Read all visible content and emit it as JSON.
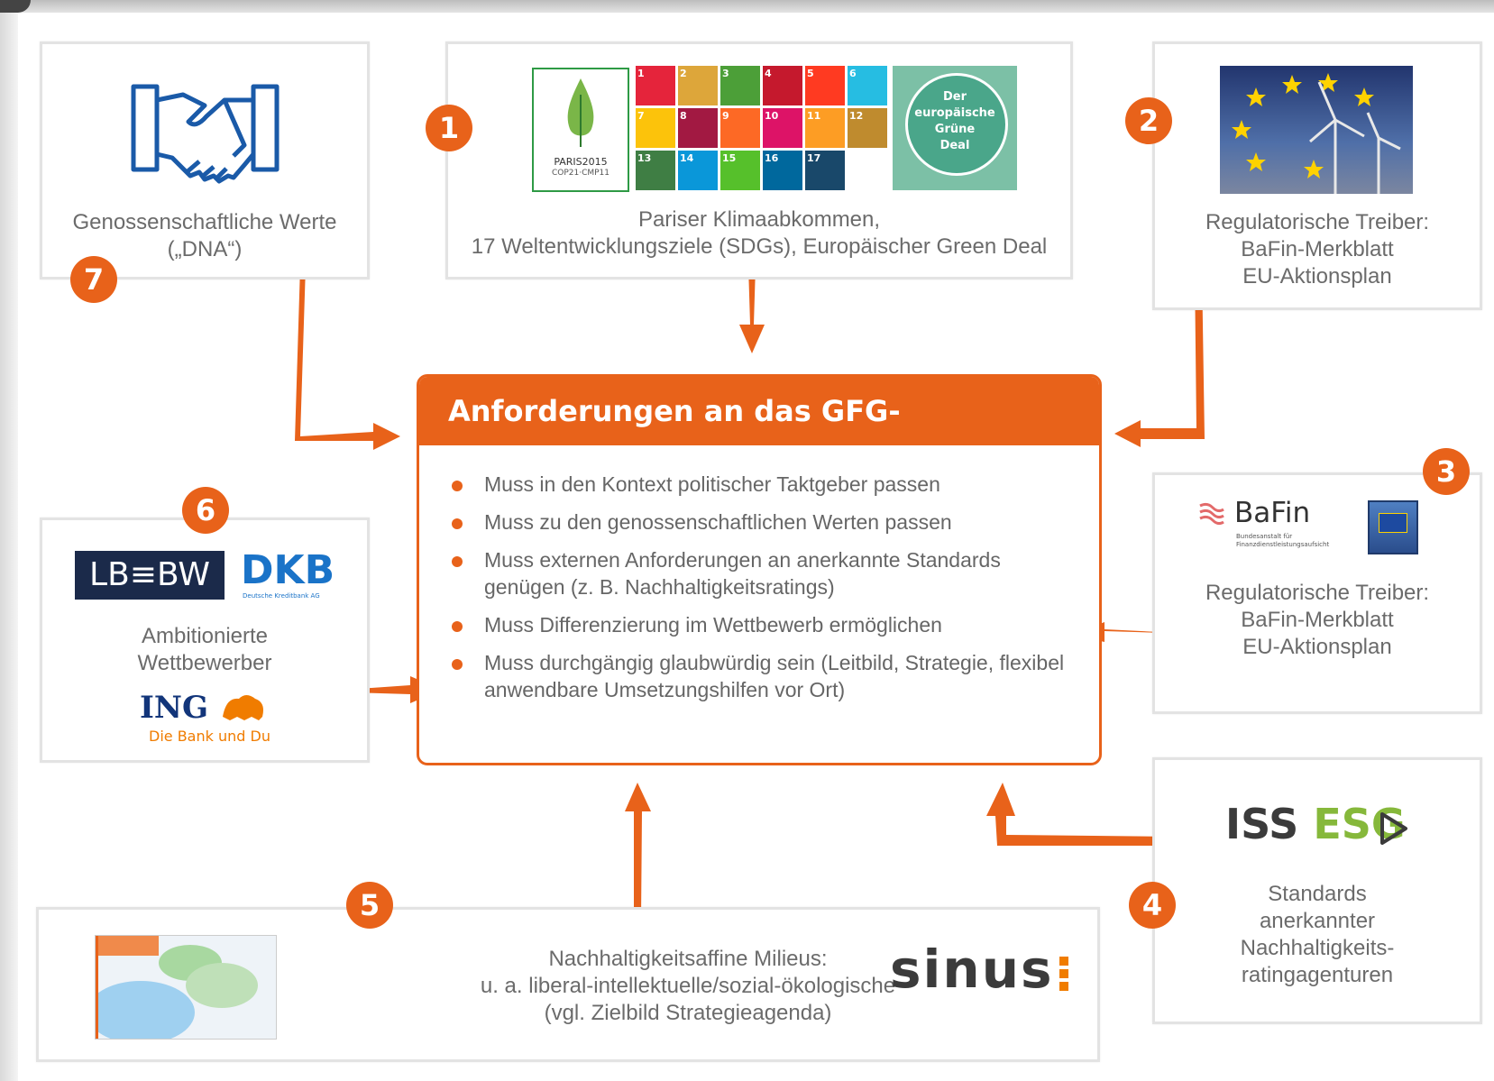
{
  "boxes": {
    "dna": {
      "caption_line1": "Genossenschaftliche Werte",
      "caption_line2": "(„DNA“)"
    },
    "paris": {
      "caption_line1": "Pariser Klimaabkommen,",
      "caption_line2": "17 Weltentwicklungsziele (SDGs), Europäischer Green Deal",
      "paris_logo_line1": "PARIS2015",
      "paris_logo_line2": "COP21·CMP11",
      "green_deal_line1": "Der",
      "green_deal_line2": "europäische",
      "green_deal_line3": "Grüne",
      "green_deal_line4": "Deal"
    },
    "reg_top": {
      "line1": "Regulatorische Treiber:",
      "line2": "BaFin-Merkblatt",
      "line3": "EU-Aktionsplan"
    },
    "reg_mid": {
      "line1": "Regulatorische Treiber:",
      "line2": "BaFin-Merkblatt",
      "line3": "EU-Aktionsplan",
      "bafin_name": "BaFin",
      "bafin_sub1": "Bundesanstalt für",
      "bafin_sub2": "Finanzdienstleistungsaufsicht"
    },
    "competitors": {
      "line1": "Ambitionierte",
      "line2": "Wettbewerber",
      "lbbw": "LB≡BW",
      "dkb": "DKB",
      "dkb_sub": "Deutsche Kreditbank AG",
      "ing": "ING",
      "ing_sub": "Die Bank und Du"
    },
    "iss": {
      "logo_iss": "ISS",
      "logo_esg": "ESG",
      "line1": "Standards",
      "line2": "anerkannter",
      "line3": "Nachhaltigkeits-",
      "line4": "ratingagenturen"
    },
    "milieus": {
      "line1": "Nachhaltigkeitsaffine Milieus:",
      "line2": "u. a. liberal-intellektuelle/sozial-ökologische",
      "line3": "(vgl. Zielbild Strategieagenda)",
      "sinus": "sinus"
    }
  },
  "badges": [
    "1",
    "2",
    "3",
    "4",
    "5",
    "6",
    "7"
  ],
  "center": {
    "title": "Anforderungen an das GFG-Gesamtkonzept:",
    "items": [
      "Muss in den Kontext politischer Taktgeber passen",
      "Muss zu den genossenschaftlichen Werten passen",
      "Muss externen Anforderungen an anerkannte Standards genügen (z. B. Nachhaltigkeitsratings)",
      "Muss Differenzierung im Wettbewerb ermöglichen",
      "Muss durchgängig glaubwürdig sein (Leitbild, Strategie, flexibel anwendbare Umsetzungshilfen vor Ort)"
    ]
  },
  "colors": {
    "accent": "#e8621a",
    "border": "#e3e3e3",
    "text": "#6b6b6b"
  },
  "icons": [
    "handshake-icon",
    "paris-leaf-icon",
    "sdg-tiles",
    "green-deal-badge",
    "wind-turbine-eu-photo",
    "eu-flag-icon",
    "ing-lion-icon",
    "sinus-map-thumbnail"
  ]
}
